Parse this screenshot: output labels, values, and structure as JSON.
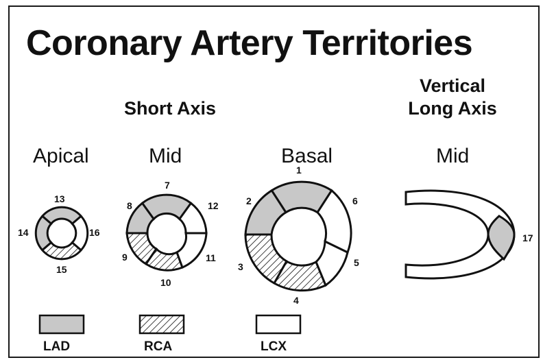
{
  "title": "Coronary Artery Territories",
  "headers": {
    "short_axis": "Short Axis",
    "vertical_long_axis_line1": "Vertical",
    "vertical_long_axis_line2": "Long Axis"
  },
  "views": {
    "apical": "Apical",
    "mid": "Mid",
    "basal": "Basal",
    "vla_mid": "Mid"
  },
  "segments": {
    "apical": {
      "13": "13",
      "14": "14",
      "15": "15",
      "16": "16"
    },
    "mid": {
      "7": "7",
      "8": "8",
      "9": "9",
      "10": "10",
      "11": "11",
      "12": "12"
    },
    "basal": {
      "1": "1",
      "2": "2",
      "3": "3",
      "4": "4",
      "5": "5",
      "6": "6"
    },
    "apex": {
      "17": "17"
    }
  },
  "legend": {
    "lad": "LAD",
    "rca": "RCA",
    "lcx": "LCX"
  },
  "colors": {
    "lad_fill": "#c8c8c8",
    "rca_fill": "hatched",
    "lcx_fill": "#ffffff",
    "line": "#111111"
  }
}
